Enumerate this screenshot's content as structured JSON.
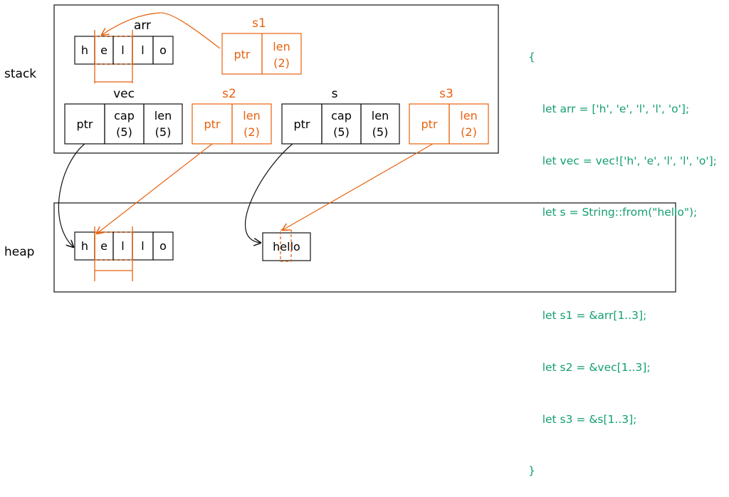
{
  "regions": {
    "stack": "stack",
    "heap": "heap"
  },
  "arr": {
    "name": "arr",
    "chars": [
      "h",
      "e",
      "l",
      "l",
      "o"
    ]
  },
  "s1": {
    "name": "s1",
    "ptr": "ptr",
    "len": "len",
    "len_value": "(2)"
  },
  "vec": {
    "name": "vec",
    "ptr": "ptr",
    "cap": "cap",
    "cap_value": "(5)",
    "len": "len",
    "len_value": "(5)"
  },
  "s2": {
    "name": "s2",
    "ptr": "ptr",
    "len": "len",
    "len_value": "(2)"
  },
  "s": {
    "name": "s",
    "ptr": "ptr",
    "cap": "cap",
    "cap_value": "(5)",
    "len": "len",
    "len_value": "(5)"
  },
  "s3": {
    "name": "s3",
    "ptr": "ptr",
    "len": "len",
    "len_value": "(2)"
  },
  "heap_vec": {
    "chars": [
      "h",
      "e",
      "l",
      "l",
      "o"
    ]
  },
  "heap_string": {
    "text": "hello"
  },
  "code": {
    "lines": [
      "{",
      "    let arr = ['h', 'e', 'l', 'l', 'o'];",
      "    let vec = vec!['h', 'e', 'l', 'l', 'o'];",
      "    let s = String::from(\"hello\");",
      "",
      "    let s1 = &arr[1..3];",
      "    let s2 = &vec[1..3];",
      "    let s3 = &s[1..3];",
      "}"
    ]
  },
  "colors": {
    "black": "#111111",
    "orange": "#e8620f",
    "green": "#14a06e"
  }
}
